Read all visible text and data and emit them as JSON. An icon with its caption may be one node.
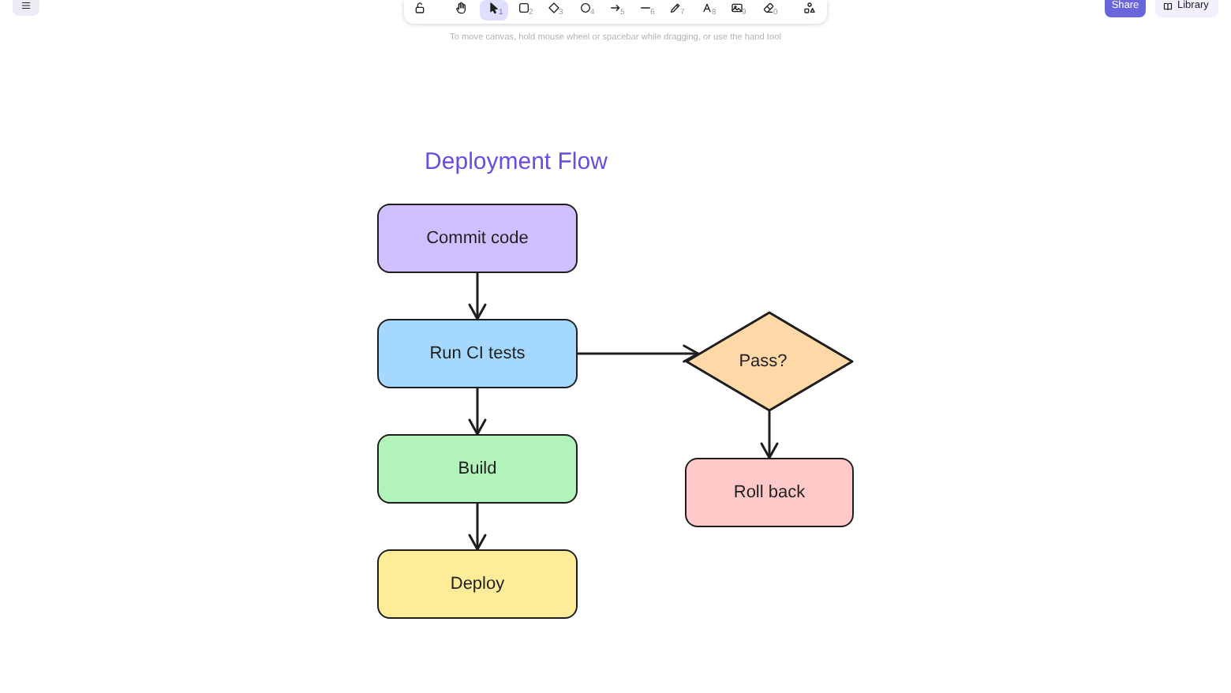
{
  "diagram": {
    "title": "Deployment Flow",
    "nodes": [
      {
        "text": [
          "Commit code"
        ]
      },
      {
        "text": [
          "Run CI tests"
        ]
      },
      {
        "text": [
          "Pass?"
        ]
      },
      {
        "text": [
          "Build"
        ]
      },
      {
        "text": [
          "Roll back"
        ]
      },
      {
        "text": [
          "Deploy"
        ]
      }
    ],
    "edges": [
      {
        "from": 0,
        "to": 1,
        "arrow": "to"
      },
      {
        "from": 1,
        "to": 2,
        "arrow": "to"
      },
      {
        "from": 1,
        "to": 3,
        "arrow": "to"
      },
      {
        "from": 2,
        "to": 4,
        "arrow": "to"
      },
      {
        "from": 3,
        "to": 5,
        "arrow": "to"
      }
    ],
    "labels": [
      "1",
      "2",
      "3",
      "4",
      "5",
      "6",
      "7",
      "8",
      "9",
      "0",
      "Share",
      "Library",
      "To move canvas, hold mouse wheel or spacebar while dragging, or use the hand tool"
    ]
  }
}
